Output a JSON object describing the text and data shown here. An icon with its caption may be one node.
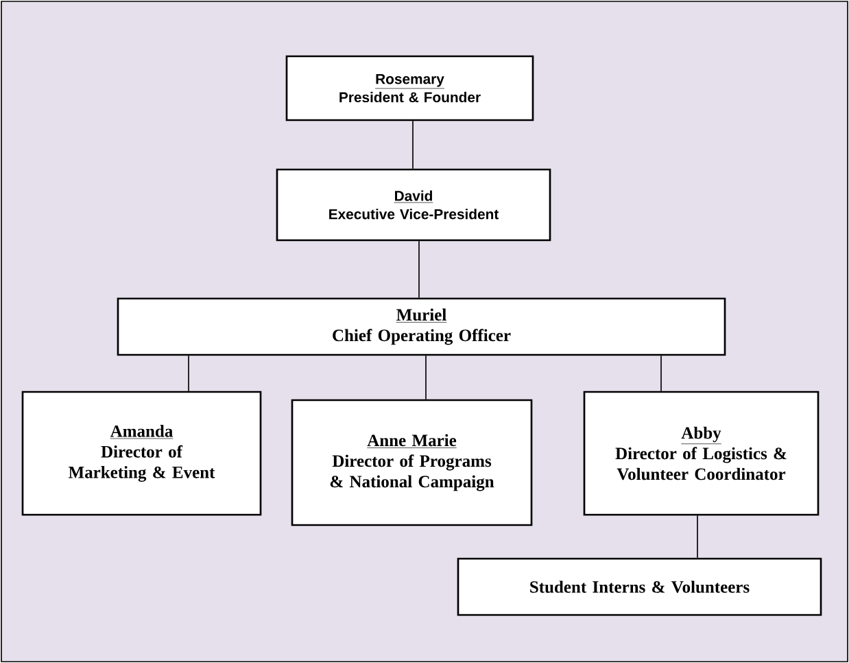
{
  "diagram": {
    "nodes": [
      {
        "text": [
          "Rosemary",
          "President & Founder"
        ]
      },
      {
        "text": [
          "David",
          "Executive Vice-President"
        ]
      },
      {
        "text": [
          "Muriel",
          "Chief Operating Officer"
        ]
      },
      {
        "text": [
          "Amanda",
          "Director of Marketing & Event"
        ]
      },
      {
        "text": [
          "Anne Marie",
          "Director of Programs & National Campaign"
        ]
      },
      {
        "text": [
          "Abby",
          "Director of Logistics & Volunteer Coordinator"
        ]
      },
      {
        "text": [
          "Student Interns & Volunteers"
        ]
      }
    ],
    "edges": [
      {
        "from": 0,
        "to": 1,
        "arrow": "none"
      },
      {
        "from": 1,
        "to": 2,
        "arrow": "none"
      },
      {
        "from": 2,
        "to": 3,
        "arrow": "none"
      },
      {
        "from": 2,
        "to": 4,
        "arrow": "none"
      },
      {
        "from": 2,
        "to": 5,
        "arrow": "none"
      },
      {
        "from": 5,
        "to": 6,
        "arrow": "none"
      }
    ]
  }
}
